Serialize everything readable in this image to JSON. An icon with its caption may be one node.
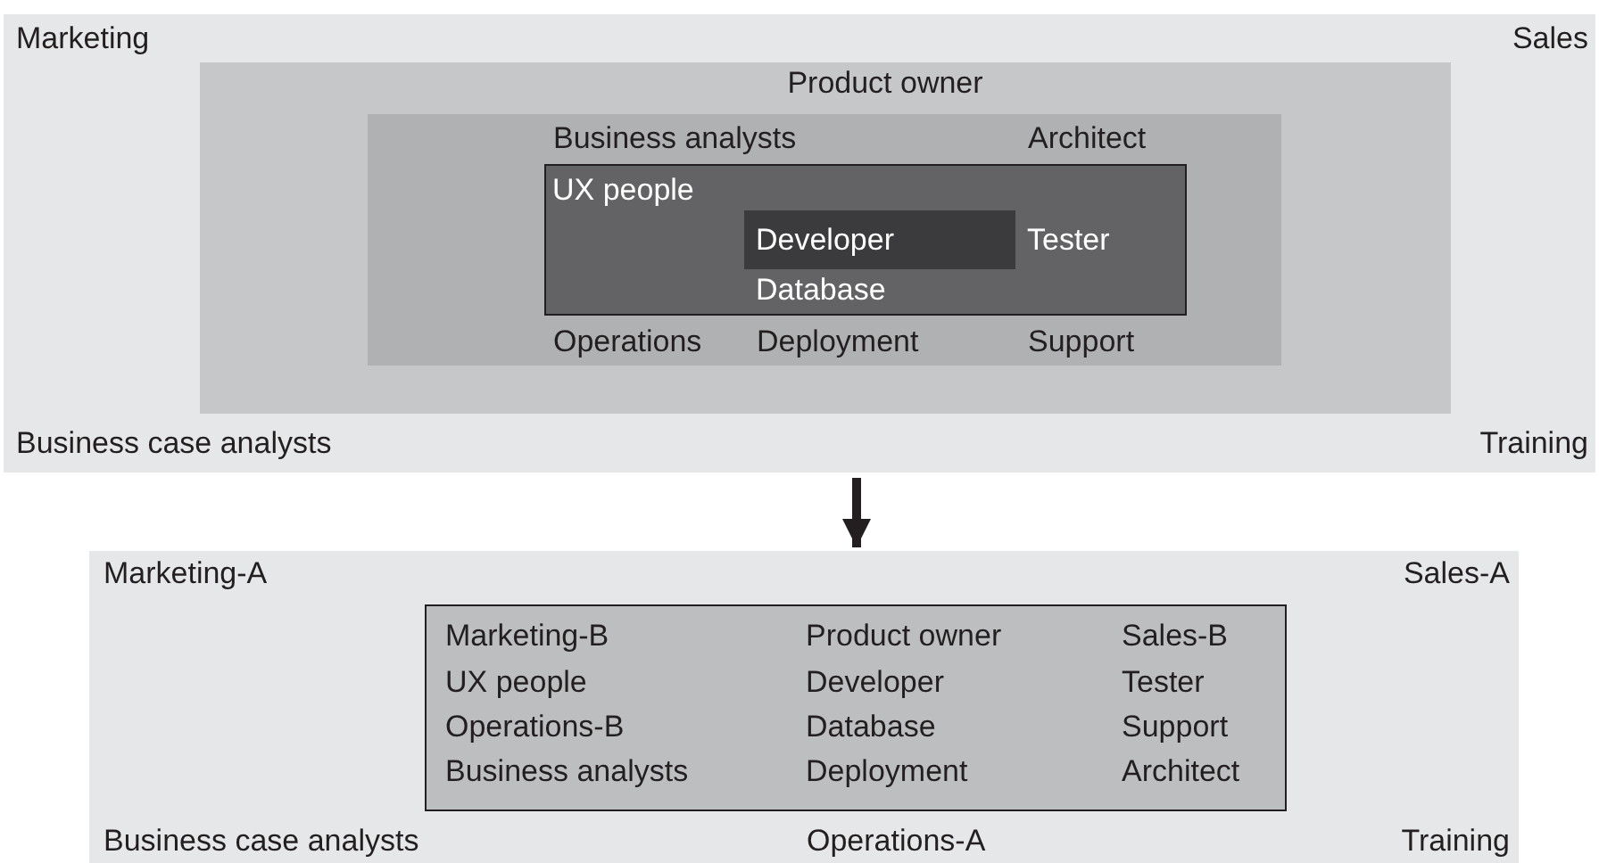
{
  "diagram": {
    "nodes": [
      {
        "text": [
          "Marketing",
          "Sales",
          "Business case analysts",
          "Training"
        ]
      },
      {
        "text": [
          "Product owner"
        ],
        "in": 0
      },
      {
        "text": [
          "Business analysts",
          "Architect",
          "Operations",
          "Deployment",
          "Support"
        ],
        "in": 1
      },
      {
        "text": [
          "UX people",
          "Tester",
          "Database"
        ],
        "in": 2
      },
      {
        "text": [
          "Developer"
        ],
        "in": 3
      },
      {
        "text": [
          "Marketing-A",
          "Sales-A",
          "Business case analysts",
          "Operations-A",
          "Training"
        ]
      },
      {
        "text": [
          "Marketing-B",
          "Product owner",
          "Sales-B",
          "UX people",
          "Developer",
          "Tester",
          "Operations-B",
          "Database",
          "Support",
          "Business analysts",
          "Deployment",
          "Architect"
        ],
        "in": 5
      }
    ],
    "edges": [
      {
        "from": 0,
        "to": 5,
        "arrow": "to"
      }
    ]
  }
}
